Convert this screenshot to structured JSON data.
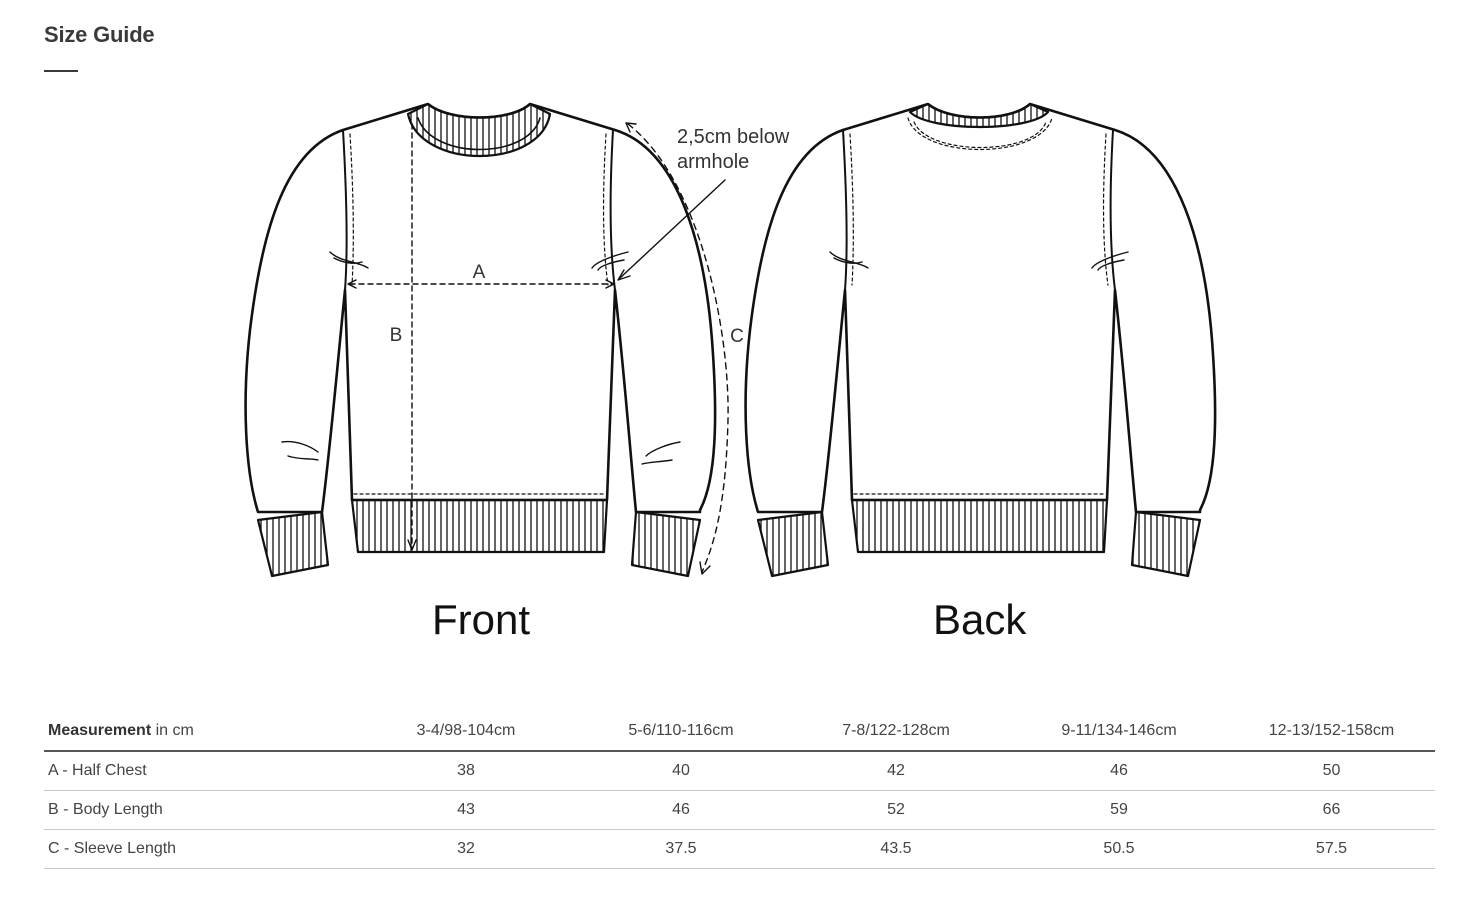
{
  "title": "Size Guide",
  "annotation": {
    "armhole_line1": "2,5cm below",
    "armhole_line2": "armhole",
    "label_a": "A",
    "label_b": "B",
    "label_c": "C"
  },
  "views": {
    "front": "Front",
    "back": "Back"
  },
  "table": {
    "header_bold": "Measurement",
    "header_unit": " in cm",
    "sizes": [
      "3-4/98-104cm",
      "5-6/110-116cm",
      "7-8/122-128cm",
      "9-11/134-146cm",
      "12-13/152-158cm"
    ],
    "rows": [
      {
        "label": "A - Half Chest",
        "values": [
          "38",
          "40",
          "42",
          "46",
          "50"
        ]
      },
      {
        "label": "B - Body Length",
        "values": [
          "43",
          "46",
          "52",
          "59",
          "66"
        ]
      },
      {
        "label": "C - Sleeve Length",
        "values": [
          "32",
          "37.5",
          "43.5",
          "50.5",
          "57.5"
        ]
      }
    ]
  }
}
